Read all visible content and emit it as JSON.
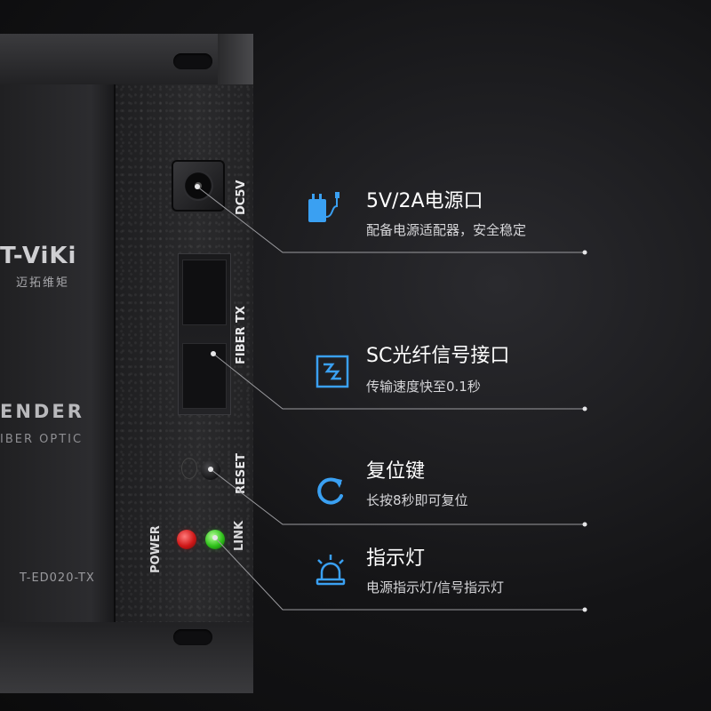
{
  "device": {
    "brand": "T-ViKi",
    "brand_cn": "迈拓维矩",
    "product_line1": "ENDER",
    "product_line2": "IBER OPTIC",
    "model": "T-ED020-TX",
    "port_labels": {
      "dc": "DC5V",
      "fiber": "FIBER TX",
      "reset": "RESET",
      "power": "POWER",
      "link": "LINK"
    },
    "led_colors": {
      "power": "#e0201e",
      "link": "#2fc21a"
    }
  },
  "accent_color": "#3aa0f2",
  "callouts": [
    {
      "icon": "power-adapter-icon",
      "title": "5V/2A电源口",
      "desc": "配备电源适配器，安全稳定"
    },
    {
      "icon": "sc-fiber-port-icon",
      "title": "SC光纤信号接口",
      "desc": "传输速度快至0.1秒"
    },
    {
      "icon": "refresh-icon",
      "title": "复位键",
      "desc": "长按8秒即可复位"
    },
    {
      "icon": "alarm-light-icon",
      "title": "指示灯",
      "desc": "电源指示灯/信号指示灯"
    }
  ]
}
